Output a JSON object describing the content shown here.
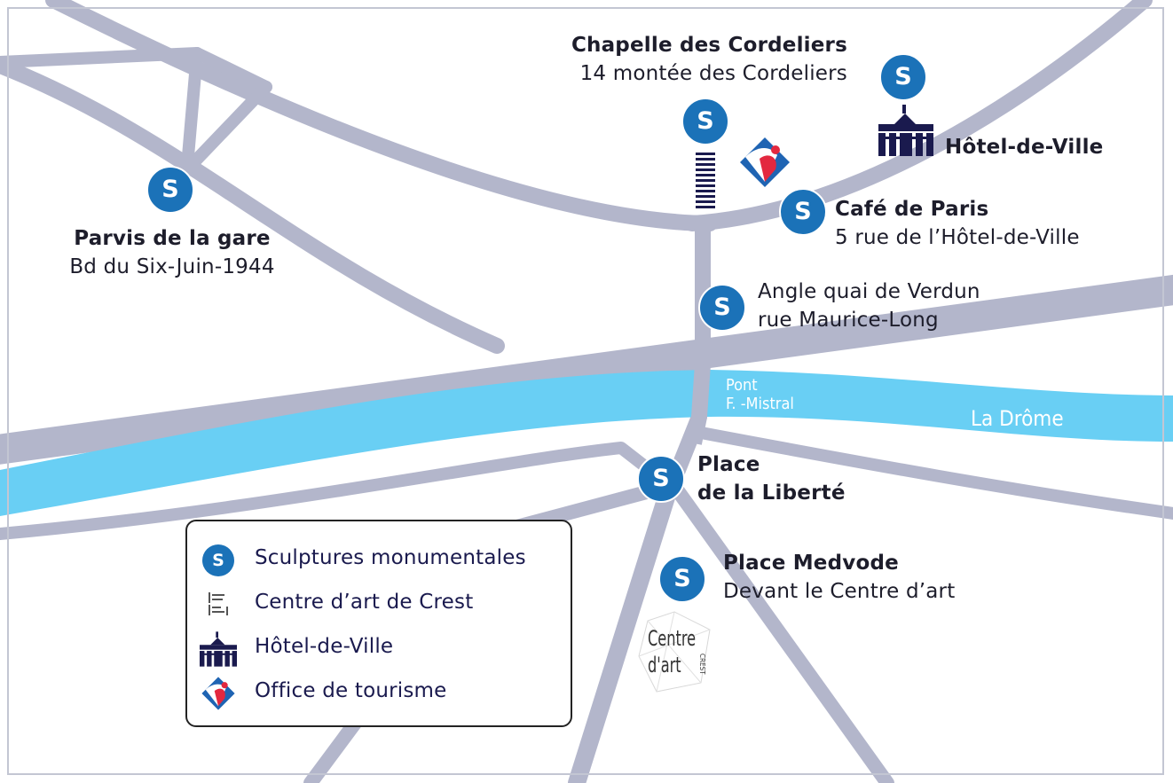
{
  "colors": {
    "road": "#b3b6cb",
    "river": "#69cff4",
    "pin": "#1b72b8",
    "navy": "#1a1a4e",
    "tourism_red": "#e3283f",
    "tourism_blue": "#1f64b3"
  },
  "pin_letter": "S",
  "places": {
    "chapelle": {
      "title": "Chapelle des Cordeliers",
      "sub": "14 montée des Cordeliers"
    },
    "hotel": {
      "title": "Hôtel-de-Ville"
    },
    "cafe": {
      "title": "Café de Paris",
      "sub": "5 rue de l’Hôtel-de-Ville"
    },
    "gare": {
      "title": "Parvis de la gare",
      "sub": "Bd du Six-Juin-1944"
    },
    "angle": {
      "line1": "Angle quai de Verdun",
      "line2": "rue Maurice-Long"
    },
    "liberte": {
      "line1": "Place",
      "line2": "de la Liberté"
    },
    "medvode": {
      "title": "Place Medvode",
      "sub": "Devant le Centre d’art"
    }
  },
  "river": {
    "bridge_line1": "Pont",
    "bridge_line2": "F. -Mistral",
    "name": "La Drôme"
  },
  "centre_logo": {
    "line1": "Centre",
    "line2": "d'art",
    "tag": "CREST"
  },
  "legend": {
    "items": [
      {
        "icon": "sculpture-pin-icon",
        "label": "Sculptures monumentales"
      },
      {
        "icon": "centre-art-logo-icon",
        "label": "Centre d’art de Crest"
      },
      {
        "icon": "town-hall-icon",
        "label": "Hôtel-de-Ville"
      },
      {
        "icon": "tourism-office-icon",
        "label": "Office de tourisme"
      }
    ]
  }
}
